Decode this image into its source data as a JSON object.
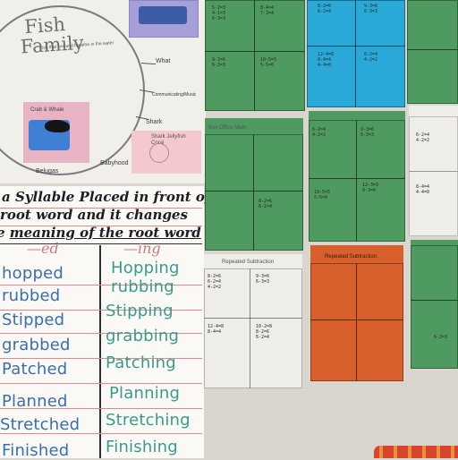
{
  "fish_poster": {
    "title_line1": "Fish",
    "title_line2": "Family",
    "subtitle": "Fish that live and breathe in the water",
    "labels": {
      "what": "What",
      "communicating": "Communicating/Music",
      "shark": "Shark",
      "babyhood": "Babyhood",
      "belugas": "Belugas",
      "caption_mid": "Crab & Whale",
      "caption_right": "Shark Jellyfish Coral"
    }
  },
  "syllable_poster": {
    "heading_line1": "a Syllable Placed in front of",
    "heading_line2": "root word and it changes",
    "heading_line3_a": "e ",
    "heading_line3_b": "meaning of the root word",
    "col_ed": "—ed",
    "col_ing": "—ing",
    "ed_words": [
      "hopped",
      "rubbed",
      "Stipped",
      "grabbed",
      "Patched",
      "Planned",
      "Stretched",
      "Finished"
    ],
    "ing_words": [
      "Hopping",
      "rubbing",
      "Stipping",
      "grabbing",
      "Patching",
      "Planning",
      "Stretching",
      "Finishing"
    ]
  },
  "math_papers": {
    "title_repeated_a": "Repeated Subtraction",
    "title_repeated_b": "Repeated Subtraction",
    "title_box": "Box Office Math"
  },
  "colors": {
    "green_paper": "#4f9a60",
    "blue_paper": "#2aa8d8",
    "orange_paper": "#d8602c",
    "white_paper": "#eeede8",
    "word_blue": "#3b6fa9",
    "word_green": "#3b9a8c"
  }
}
